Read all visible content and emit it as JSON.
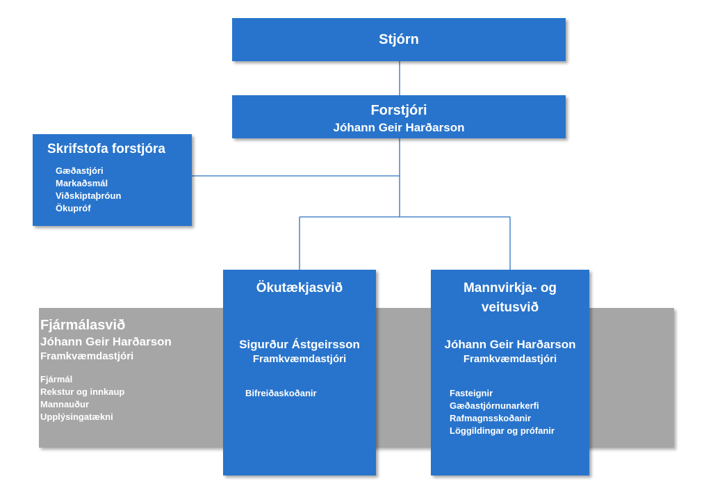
{
  "board": {
    "title": "Stjórn"
  },
  "ceo": {
    "title": "Forstjóri",
    "name": "Jóhann Geir Harðarson"
  },
  "office": {
    "title": "Skrifstofa forstjóra",
    "items": [
      "Gæðastjóri",
      "Markaðsmál",
      "Viðskiptaþróun",
      "Ökupróf"
    ]
  },
  "finance": {
    "title": "Fjármálasvið",
    "manager": "Jóhann Geir Harðarson",
    "role": "Framkvæmdastjóri",
    "items": [
      "Fjármál",
      "Rekstur og innkaup",
      "Mannauður",
      "Upplýsingatækni"
    ]
  },
  "vehicles": {
    "title": "Ökutækjasvið",
    "manager": "Sigurður Ástgeirsson",
    "role": "Framkvæmdastjóri",
    "items": [
      "Bifreiðaskoðanir"
    ]
  },
  "infrastructure": {
    "title_line1": "Mannvirkja- og",
    "title_line2": "veitusvið",
    "manager": "Jóhann Geir Harðarson",
    "role": "Framkvæmdastjóri",
    "items": [
      "Fasteignir",
      "Gæðastjórnunarkerfi",
      "Rafmagnsskoðanir",
      "Löggildingar og prófanir"
    ]
  },
  "colors": {
    "box": "#2874cc",
    "band": "#a6a6a6",
    "connector": "#2a6fc2"
  }
}
